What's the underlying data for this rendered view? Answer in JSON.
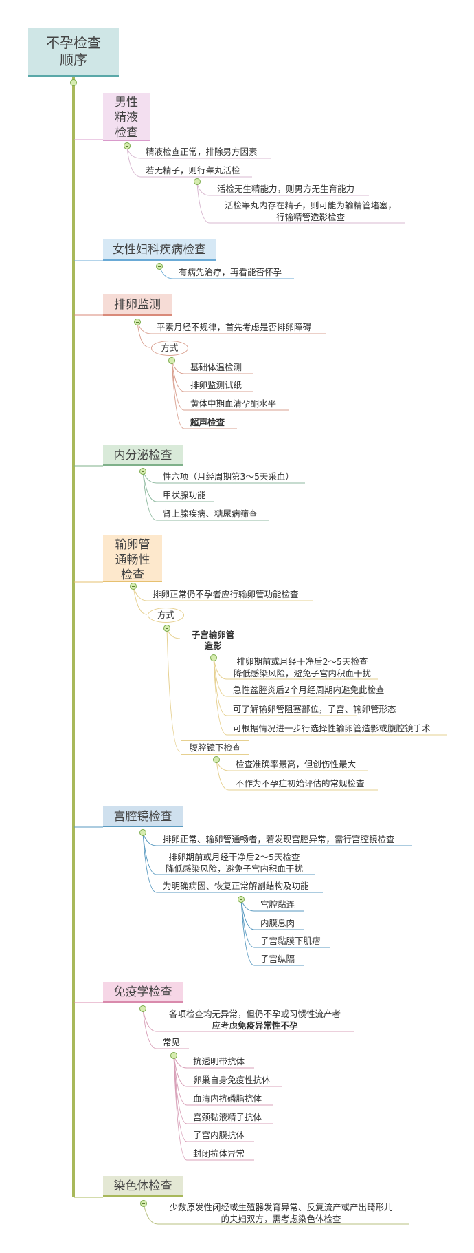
{
  "root": {
    "title_line1": "不孕检查",
    "title_line2": "顺序"
  },
  "colors": {
    "spine": "#a8b85a",
    "male": "#f3dff0",
    "male_accent": "#d99acb",
    "gyn": "#d6e8f5",
    "gyn_accent": "#6aaad6",
    "ovulation": "#f6dcd6",
    "ovulation_accent": "#d98a7a",
    "endocrine": "#d9ead9",
    "endocrine_accent": "#7fb08a",
    "tubal": "#fde8cc",
    "tubal_accent": "#e6c070",
    "hysteroscopy": "#cfe0ee",
    "hysteroscopy_accent": "#5a9ac0",
    "immune": "#f6d6e6",
    "immune_accent": "#d98aac",
    "chromosome": "#e4e8d4",
    "chromosome_accent": "#a8b85a"
  },
  "sections": {
    "male": {
      "title_line1": "男性",
      "title_line2": "精液",
      "title_line3": "检查",
      "items": [
        "精液检查正常，排除男方因素",
        "若无精子，则行睾丸活检"
      ],
      "sub": [
        "活检无生精能力，则男方无生育能力",
        "活检睾丸内存在精子，则可能为输精管堵塞，",
        "行输精管造影检查"
      ]
    },
    "gyn": {
      "title": "女性妇科疾病检查",
      "items": [
        "有病先治疗，再看能否怀孕"
      ]
    },
    "ovulation": {
      "title": "排卵监测",
      "items": [
        "平素月经不规律，首先考虑是否排卵障碍"
      ],
      "method_label": "方式",
      "methods": [
        "基础体温检测",
        "排卵监测试纸",
        "黄体中期血清孕酮水平",
        "超声检查"
      ]
    },
    "endocrine": {
      "title": "内分泌检查",
      "items": [
        "性六项（月经周期第3～5天采血）",
        "甲状腺功能",
        "肾上腺疾病、糖尿病筛查"
      ]
    },
    "tubal": {
      "title_line1": "输卵管",
      "title_line2": "通畅性",
      "title_line3": "检查",
      "items": [
        "排卵正常仍不孕者应行输卵管功能检查"
      ],
      "method_label": "方式",
      "hsg_line1": "子宫输卵管",
      "hsg_line2": "造影",
      "hsg_items": [
        "排卵期前或月经干净后2～5天检查",
        "降低感染风险，避免子宫内积血干扰",
        "急性盆腔炎后2个月经周期内避免此检查",
        "可了解输卵管阻塞部位，子宫、输卵管形态",
        "可根据情况进一步行选择性输卵管造影或腹腔镜手术"
      ],
      "lap_label": "腹腔镜下检查",
      "lap_items": [
        "检查准确率最高，但创伤性最大",
        "不作为不孕症初始评估的常规检查"
      ]
    },
    "hysteroscopy": {
      "title": "宫腔镜检查",
      "items": [
        "排卵正常、输卵管通畅者，若发现宫腔异常，需行宫腔镜检查",
        "排卵期前或月经干净后2～5天检查",
        "降低感染风险，避免子宫内积血干扰",
        "为明确病因、恢复正常解剖结构及功能"
      ],
      "sub": [
        "宫腔黏连",
        "内膜息肉",
        "子宫黏膜下肌瘤",
        "子宫纵隔"
      ]
    },
    "immune": {
      "title": "免疫学检查",
      "items_line1": "各项检查均无异常，但仍不孕或习惯性流产者",
      "items_line2_prefix": "应考虑",
      "items_line2_bold": "免疫异常性不孕",
      "common_label": "常见",
      "common": [
        "抗透明带抗体",
        "卵巢自身免疫性抗体",
        "血清内抗磷脂抗体",
        "宫颈黏液精子抗体",
        "子宫内膜抗体",
        "封闭抗体异常"
      ]
    },
    "chromosome": {
      "title": "染色体检查",
      "item_line1": "少数原发性闭经或生殖器发育异常、反复流产或产出畸形儿",
      "item_line2": "的夫妇双方，需考虑染色体检查"
    }
  }
}
